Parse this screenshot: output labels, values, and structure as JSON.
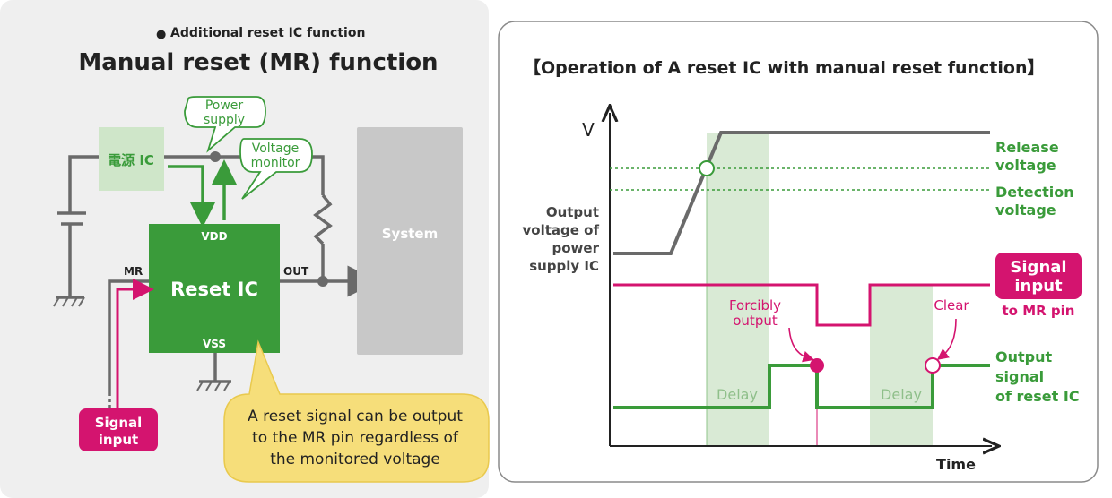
{
  "left_panel": {
    "subtitle_bullet": "●",
    "subtitle": "Additional reset IC function",
    "title": "Manual reset (MR) function",
    "power_ic_label": "電源 IC",
    "callout_power": [
      "Power",
      "supply"
    ],
    "callout_voltage": [
      "Voltage",
      "monitor"
    ],
    "reset_ic_label": "Reset IC",
    "pin_vdd": "VDD",
    "pin_vss": "VSS",
    "pin_mr": "MR",
    "pin_out": "OUT",
    "system_label": "System",
    "signal_input": [
      "Signal",
      "input"
    ],
    "note": [
      "A reset signal can be output",
      "to the MR pin regardless of",
      "the monitored voltage"
    ]
  },
  "right_panel": {
    "title": "【Operation of A reset IC with manual reset function】",
    "axis_v": "V",
    "axis_time": "Time",
    "supply_label": [
      "Output",
      "voltage of",
      "power",
      "supply IC"
    ],
    "release_label": [
      "Release",
      "voltage"
    ],
    "detection_label": [
      "Detection",
      "voltage"
    ],
    "signal_badge": [
      "Signal",
      "input"
    ],
    "to_mr_pin": "to MR pin",
    "output_label": [
      "Output",
      "signal",
      "of reset IC"
    ],
    "forcibly_label": [
      "Forcibly",
      "output"
    ],
    "clear_label": "Clear",
    "delay_1": "Delay",
    "delay_2": "Delay"
  },
  "colors": {
    "green": "#3a9b3a",
    "magenta": "#d4146f",
    "gray": "#6a6a6a",
    "light_green_box": "#cfe6c9",
    "yellow_note": "#f6de7a",
    "system_gray": "#c8c8c8"
  }
}
